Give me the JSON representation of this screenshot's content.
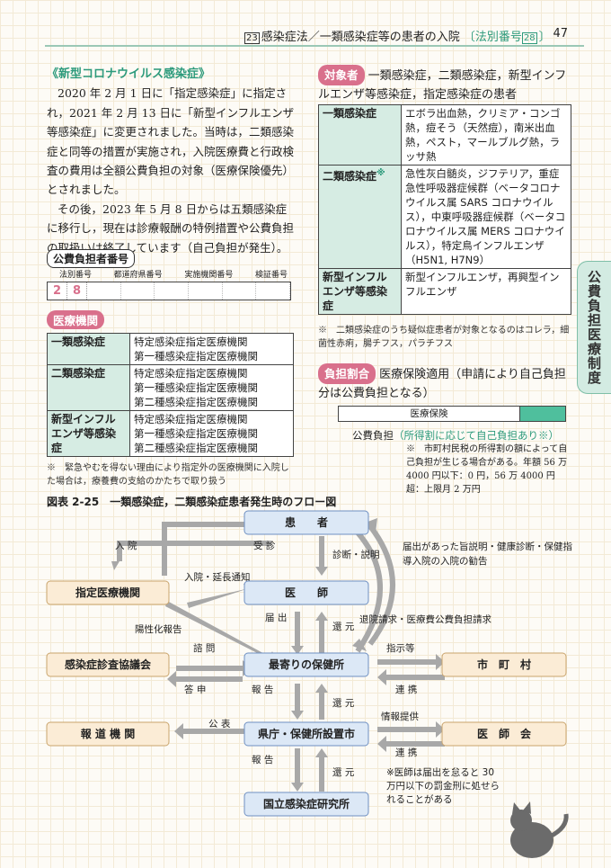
{
  "header": {
    "chapter_num": "23",
    "chapter_title": "感染症法／一類感染症等の患者の入院",
    "law_label": "〔法別番号",
    "law_num": "28",
    "law_close": "〕",
    "page": "47"
  },
  "side_tab": "公費負担医療制度",
  "left": {
    "section_title": "《新型コロナウイルス感染症》",
    "para1": "2020 年 2 月 1 日に「指定感染症」に指定され，2021 年 2 月 13 日に「新型インフルエンザ等感染症」に変更されました。当時は，二類感染症と同等の措置が実施され，入院医療費と行政検査の費用は全額公費負担の対象（医療保険優先）とされました。",
    "para2": "その後，2023 年 5 月 8 日からは五類感染症に移行し，現在は診療報酬の特例措置や公費負担の取扱いは終了しています（自己負担が発生）。",
    "futan_title": "公費負担者番号",
    "num_labels": [
      "法別番号",
      "都道府県番号",
      "実施機関番号",
      "検証番号"
    ],
    "num_values": [
      "2",
      "8"
    ],
    "iryo_title": "医療機関",
    "iryo_rows": [
      {
        "type": "一類感染症",
        "items": [
          "特定感染症指定医療機関",
          "第一種感染症指定医療機関"
        ]
      },
      {
        "type": "二類感染症",
        "items": [
          "特定感染症指定医療機関",
          "第一種感染症指定医療機関",
          "第二種感染症指定医療機関"
        ]
      },
      {
        "type": "新型インフルエンザ等感染症",
        "items": [
          "特定感染症指定医療機関",
          "第一種感染症指定医療機関",
          "第二種感染症指定医療機関"
        ]
      }
    ],
    "iryo_note": "※　緊急やむを得ない理由により指定外の医療機関に入院した場合は，療養費の支給のかたちで取り扱う"
  },
  "right": {
    "target_title": "対象者",
    "target_text": "一類感染症，二類感染症，新型インフルエンザ等感染症，指定感染症の患者",
    "disease_rows": [
      {
        "type": "一類感染症",
        "sup": "",
        "text": "エボラ出血熱，クリミア・コンゴ熱，痘そう（天然痘），南米出血熱，ペスト，マールブルグ熱，ラッサ熱"
      },
      {
        "type": "二類感染症",
        "sup": "※",
        "text": "急性灰白髄炎，ジフテリア，重症急性呼吸器症候群（ベータコロナウイルス属 SARS コロナウイルス），中東呼吸器症候群（ベータコロナウイルス属 MERS コロナウイルス），特定鳥インフルエンザ（H5N1, H7N9）"
      },
      {
        "type": "新型インフルエンザ等感染症",
        "sup": "",
        "text": "新型インフルエンザ，再興型インフルエンザ"
      }
    ],
    "disease_note": "※　二類感染症のうち疑似症患者が対象となるのはコレラ，細菌性赤痢，腸チフス，パラチフス",
    "ratio_title": "負担割合",
    "ratio_text": "医療保険適用（申請により自己負担分は公費負担となる）",
    "bar_label": "医療保険",
    "futan_label": "公費負担",
    "futan_paren": "（所得割に応じて自己負担あり※）",
    "futan_note": "※　市町村民税の所得割の額によって自己負担が生じる場合がある。年額 56 万 4000 円以下：0 円，56 万 4000 円超：上限月 2 万円"
  },
  "figure": {
    "title": "図表 2-25　一類感染症，二類感染症患者発生時のフロー図",
    "nodes": {
      "patient": "患　　者",
      "doctor": "医　　師",
      "hokenjo": "最寄りの保健所",
      "pref": "県庁・保健所設置市",
      "niid": "国立感染症研究所",
      "hospital": "指定医療機関",
      "council": "感染症診査協議会",
      "media": "報 道 機 関",
      "city": "市　町　村",
      "med_assoc": "医　師　会"
    },
    "labels": {
      "nyuin": "入 院",
      "jushin": "受 診",
      "shindan": "診断・説明",
      "nyuin_encho": "入院・延長通知",
      "todokede": "届 出",
      "kangen": "還 元",
      "yousei": "陽性化報告",
      "suwon": "諮 問",
      "toushin": "答 申",
      "houkoku": "報 告",
      "kouhyou": "公 表",
      "shiji": "指示等",
      "renkei": "連 携",
      "joho": "情報提供",
      "kankoku": "届出があった旨説明・健康診断・保健指導入院の入院の勧告",
      "seikyu": "退院請求・医療費公費負担請求",
      "bassoku": "※医師は届出を怠ると 30 万円以下の罰金刑に処せられることがある"
    }
  }
}
